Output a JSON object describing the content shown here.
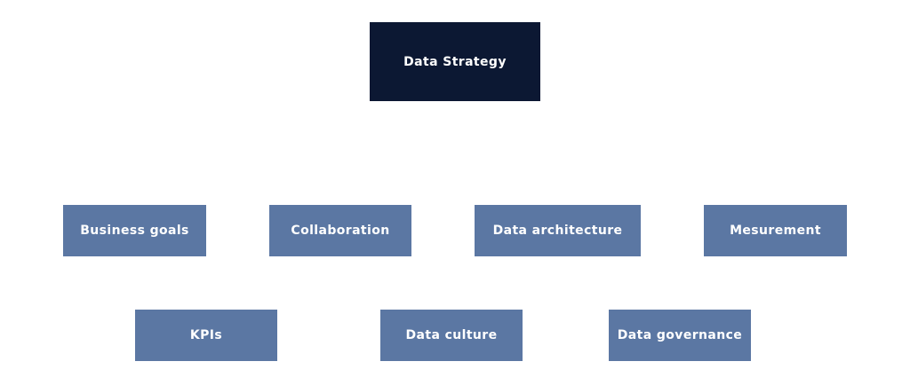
{
  "diagram": {
    "root": {
      "label": "Data Strategy"
    },
    "row1": [
      {
        "label": "Business goals"
      },
      {
        "label": "Collaboration"
      },
      {
        "label": "Data architecture"
      },
      {
        "label": "Mesurement"
      }
    ],
    "row2": [
      {
        "label": "KPIs"
      },
      {
        "label": "Data culture"
      },
      {
        "label": "Data governance"
      }
    ]
  },
  "colors": {
    "root_fill": "#0c1833",
    "child_fill": "#5b77a3",
    "text": "#ffffff",
    "background": "#ffffff"
  }
}
